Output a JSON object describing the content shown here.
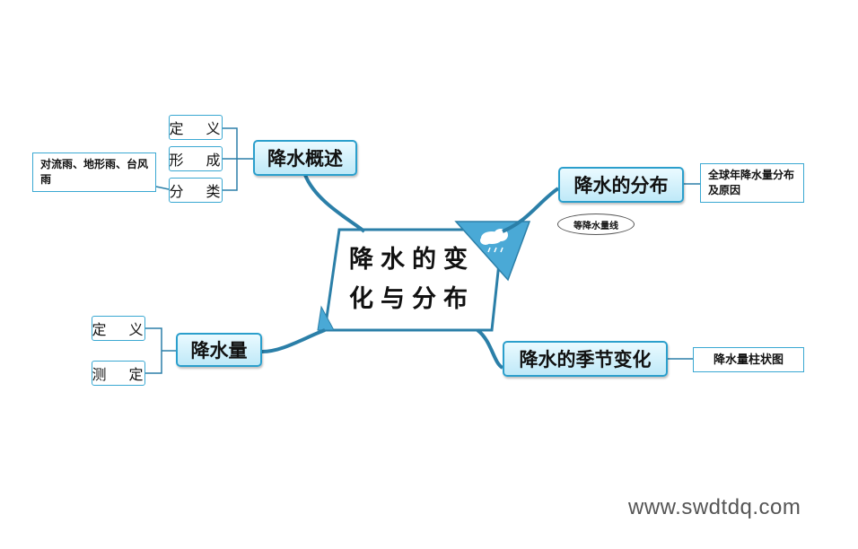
{
  "center": {
    "line1": "降水的变",
    "line2": "化与分布"
  },
  "branches": {
    "overview": {
      "label": "降水概述",
      "children": [
        "定 义",
        "形 成",
        "分 类"
      ],
      "types_note": "对流雨、地形雨、台风雨"
    },
    "amount": {
      "label": "降水量",
      "children": [
        "定 义",
        "测 定"
      ]
    },
    "distribution": {
      "label": "降水的分布",
      "note": "全球年降水量分布及原因",
      "bubble": "等降水量线"
    },
    "seasonal": {
      "label": "降水的季节变化",
      "note": "降水量柱状图"
    }
  },
  "watermark": "www.swdtdq.com",
  "colors": {
    "branch_line": "#2b7fa8",
    "node_border": "#3aa8d2",
    "node_fill": "#bfe9f8"
  }
}
